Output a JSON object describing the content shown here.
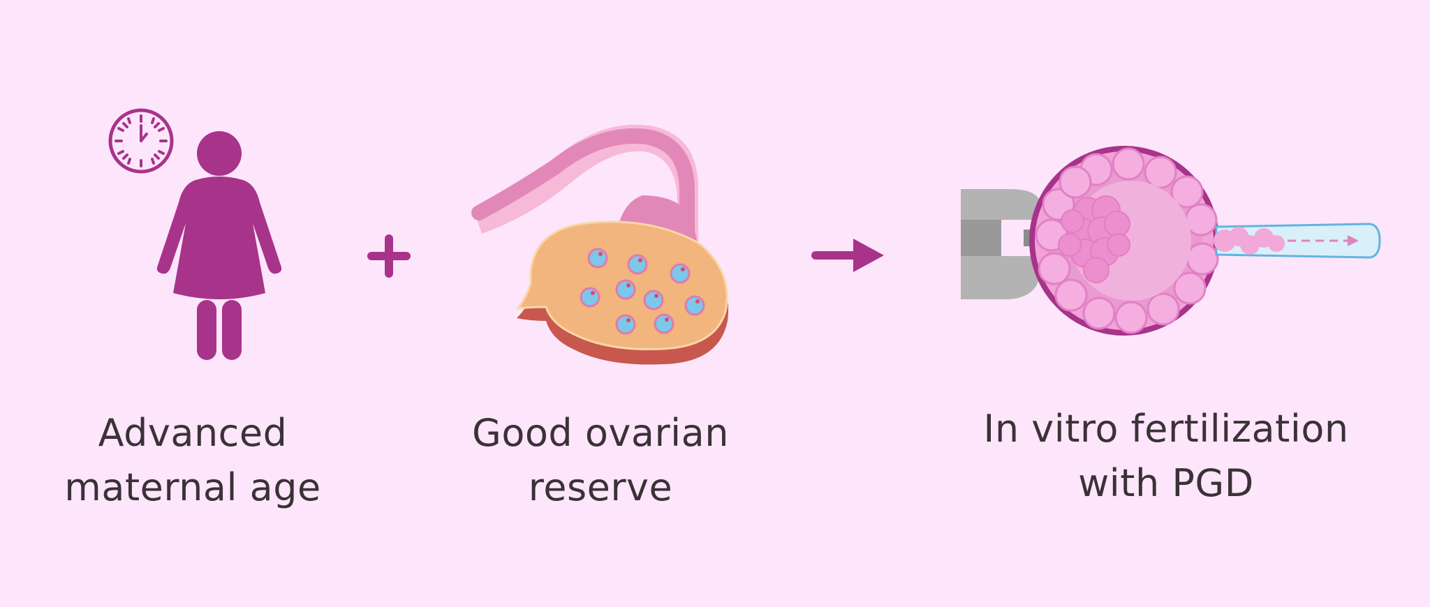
{
  "labels": {
    "maternal_age": [
      "Advanced",
      "maternal age"
    ],
    "ovarian_reserve": [
      "Good ovarian",
      "reserve"
    ],
    "ivf_pgd": [
      "In vitro fertilization",
      "with PGD"
    ]
  },
  "icons": {
    "woman": "woman-icon",
    "clock": "clock-icon",
    "plus": "plus-icon",
    "ovary": "ovary-icon",
    "arrow": "right-arrow-icon",
    "ivf": "embryo-biopsy-icon"
  },
  "colors": {
    "background": "#fde6fb",
    "primary": "#a8338a",
    "text": "#3a3236",
    "ovary": "#f2b57e",
    "follicle": "#7cc7ea",
    "pipette": "#d9effa"
  }
}
